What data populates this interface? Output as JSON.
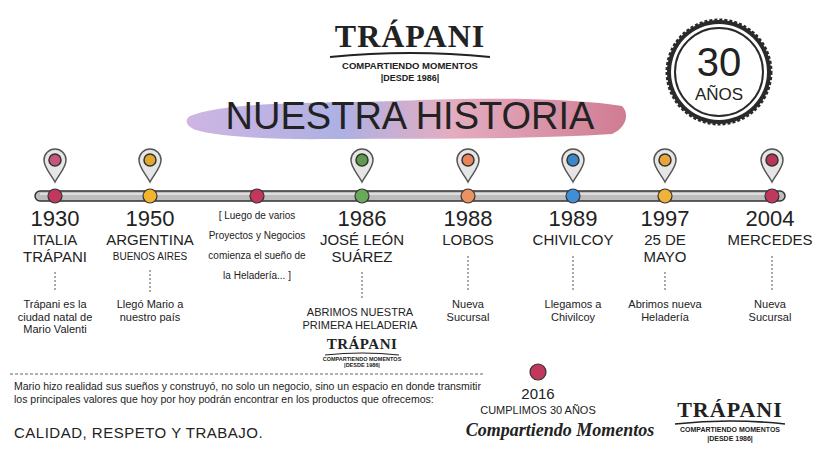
{
  "diagram": {
    "title": "NUESTRA HISTORIA",
    "nodes": [
      {
        "text": [
          "30",
          "AÑOS"
        ]
      }
    ],
    "labels": [
      "TRÁPANI",
      "COMPARTIENDO MOMENTOS",
      "|DESDE 1986|",
      "1930",
      "ITALIA TRÁPANI",
      "Trápani es la ciudad natal de Mario Valenti",
      "1950",
      "ARGENTINA",
      "BUENOS AIRES",
      "Llegó Mario a nuestro país",
      "[ Luego de varios Proyectos y Negocios comienza el sueño de la Heladería... ]",
      "1986",
      "JOSÉ LEÓN SUÁREZ",
      "ABRIMOS NUESTRA PRIMERA HELADERIA",
      "TRÁPANI",
      "COMPARTIENDO MOMENTOS",
      "|DESDE 1986|",
      "1988",
      "LOBOS",
      "Nueva Sucursal",
      "1989",
      "CHIVILCOY",
      "Llegamos a Chivilcoy",
      "1997",
      "25 DE MAYO",
      "Abrimos nueva Heladería",
      "2004",
      "MERCEDES",
      "Nueva Sucursal",
      "Mario hizo realidad sus sueños y construyó, no solo un negocio, sino un espacio en donde transmitir los principales valores que hoy por hoy podrán encontrar en los productos que ofrecemos:",
      "CALIDAD, RESPETO Y TRABAJO.",
      "2016",
      "CUMPLIMOS 30 AÑOS",
      "Compartiendo Momentos",
      "TRÁPANI",
      "COMPARTIENDO MOMENTOS",
      "|DESDE 1986|"
    ]
  }
}
